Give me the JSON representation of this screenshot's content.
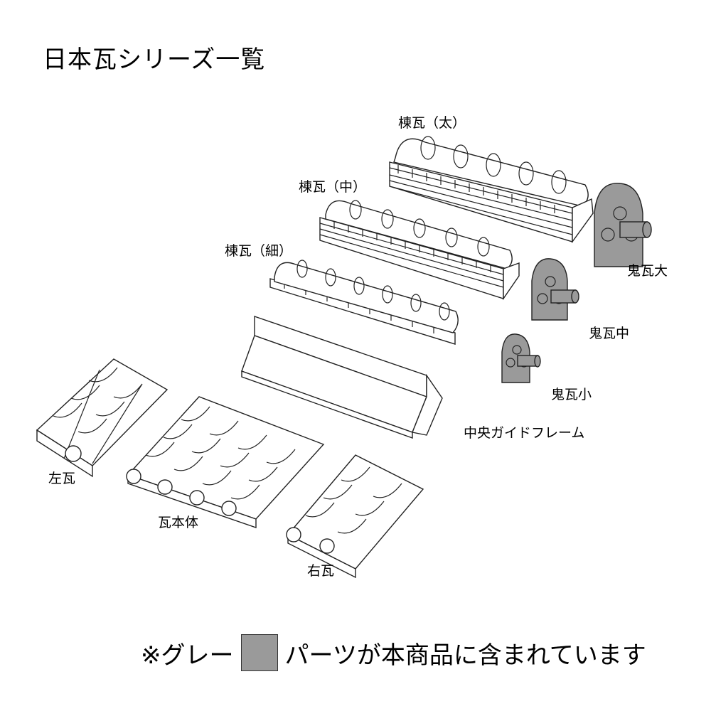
{
  "title": "日本瓦シリーズ一覧",
  "parts": {
    "mune_futo": "棟瓦（太）",
    "mune_naka": "棟瓦（中）",
    "mune_hoso": "棟瓦（細）",
    "oni_dai": "鬼瓦大",
    "oni_chu": "鬼瓦中",
    "oni_sho": "鬼瓦小",
    "guide": "中央ガイドフレーム",
    "hidari": "左瓦",
    "hontai": "瓦本体",
    "migi": "右瓦"
  },
  "footer": {
    "prefix": "※グレー",
    "suffix": "パーツが本商品に含まれています"
  },
  "colors": {
    "gray_part": "#9a9a9a",
    "line": "#222222",
    "background": "#ffffff"
  }
}
